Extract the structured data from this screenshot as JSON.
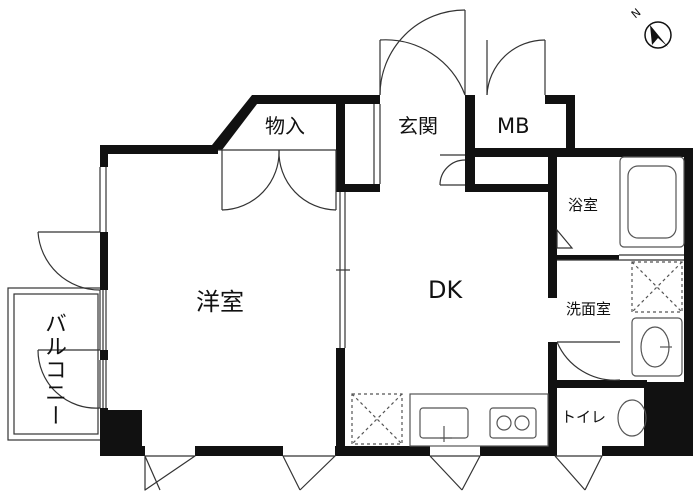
{
  "rooms": {
    "western_room": "洋室",
    "storage": "物入",
    "entrance": "玄関",
    "meter_box": "MB",
    "dining_kitchen": "DK",
    "bathroom": "浴室",
    "washroom": "洗面室",
    "toilet": "トイレ",
    "balcony": "バルコニー"
  },
  "compass": {
    "north_label": "N"
  },
  "colors": {
    "wall": "#111111",
    "line": "#333333",
    "fixture": "#555555",
    "background": "#ffffff"
  }
}
